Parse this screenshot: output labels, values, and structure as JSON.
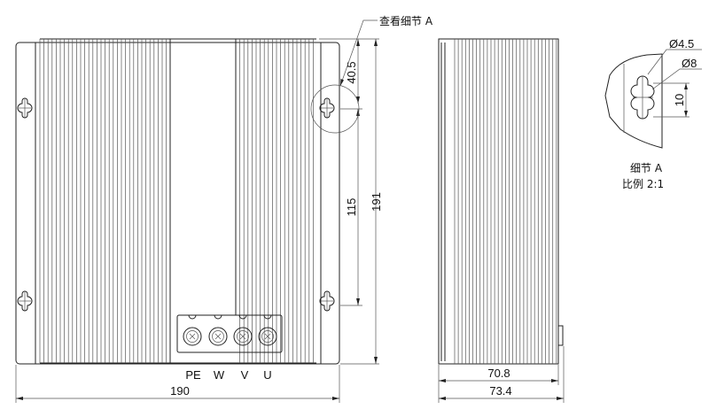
{
  "front_view": {
    "terminals": [
      "PE",
      "W",
      "V",
      "U"
    ],
    "dim_width": "190",
    "dim_height": "191",
    "dim_hole_spacing": "115",
    "dim_hole_top": "40.5",
    "detail_callout": "查看细节 A"
  },
  "side_view": {
    "dim_depth_body": "70.8",
    "dim_depth_total": "73.4"
  },
  "detail_a": {
    "dim_small_dia": "Ø4.5",
    "dim_large_dia": "Ø8",
    "dim_slot": "10",
    "title": "细节 A",
    "scale": "比例 2:1"
  }
}
